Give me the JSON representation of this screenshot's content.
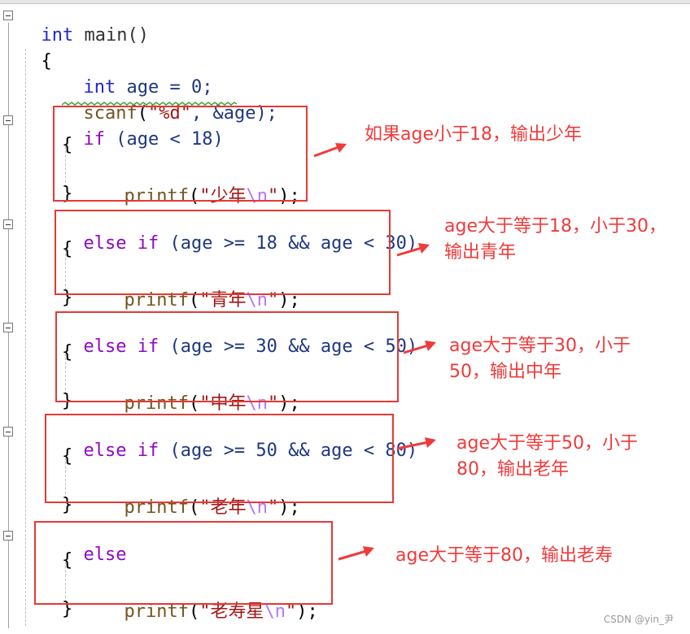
{
  "code": {
    "main_sig_kw": "int",
    "main_sig_rest": " main()",
    "open_brace": "{",
    "decl_kw": "int",
    "decl_rest": " age = 0;",
    "scanf_fn": "scanf",
    "scanf_args_pre": "(",
    "scanf_fmt": "\"%d\"",
    "scanf_args_post": ", &age);",
    "if_kw": "if",
    "if_cond": " (age < 18)",
    "else_if_1_kw": "else if",
    "else_if_1_cond": " (age >= 18 && age < 30)",
    "else_if_2_kw": "else if",
    "else_if_2_cond": " (age >= 30 && age < 50)",
    "else_if_3_kw": "else if",
    "else_if_3_cond": " (age >= 50 && age < 80)",
    "else_kw": "else",
    "brace_open": "{",
    "brace_close": "}",
    "printf_fn": "printf",
    "paren_open": "(",
    "quote": "\"",
    "esc_n": "\\n",
    "paren_close_semi": ");",
    "str_teen": "少年",
    "str_youth": "青年",
    "str_middle": "中年",
    "str_old": "老年",
    "str_longevity": "老寿星"
  },
  "annotations": {
    "note_1": "如果age小于18，输出少年",
    "note_2_line1": "age大于等于18，小于30，",
    "note_2_line2": "输出青年",
    "note_3_line1": "age大于等于30，小于",
    "note_3_line2": "50，输出中年",
    "note_4_line1": "age大于等于50，小于",
    "note_4_line2": "80，输出老年",
    "note_5": "age大于等于80，输出老寿"
  },
  "watermark": "CSDN @yin_尹",
  "colors": {
    "keyword_blue": "#1f26d6",
    "keyword_purple": "#8f08c4",
    "function_brown": "#74531f",
    "string_red": "#a31515",
    "escape_purple": "#b776fb",
    "annotation_red": "#f03a3a",
    "box_red": "#e53935"
  }
}
